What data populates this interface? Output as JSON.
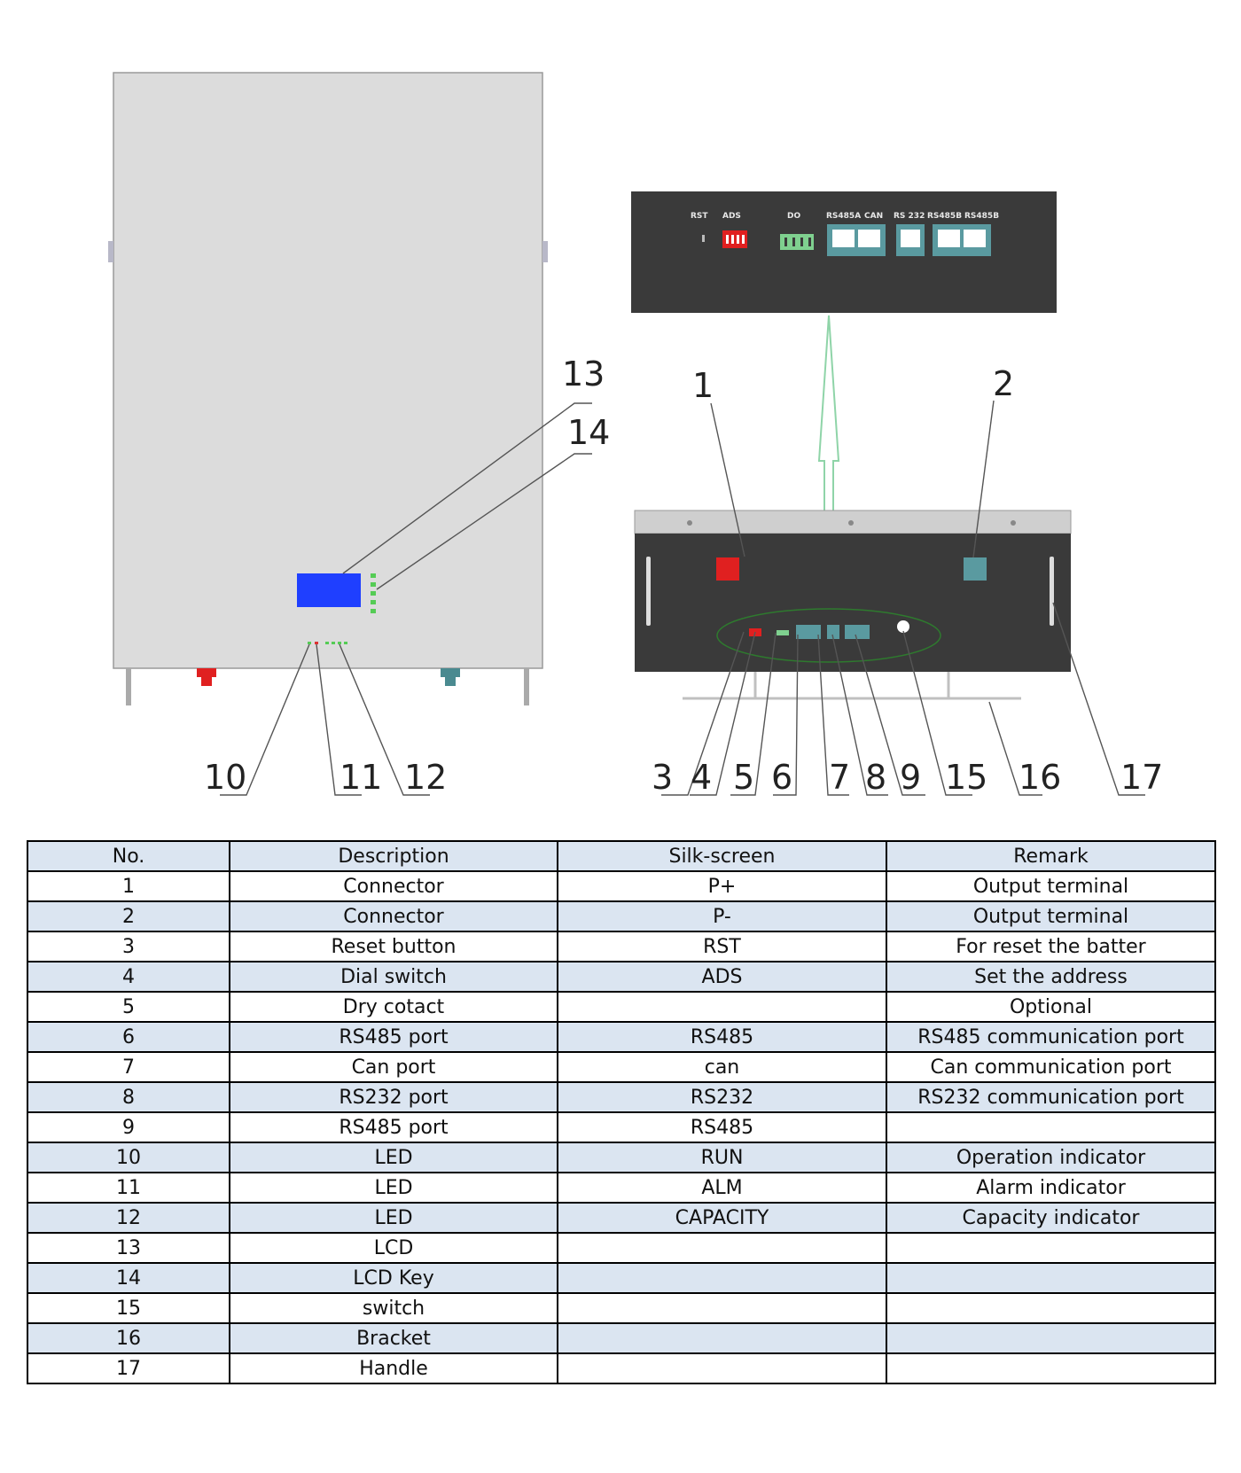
{
  "rear_panel": {
    "labels": [
      "RST",
      "ADS",
      "DO",
      "RS485A",
      "CAN",
      "RS 232",
      "RS485B",
      "RS485B"
    ]
  },
  "callouts": [
    "1",
    "2",
    "3",
    "4",
    "5",
    "6",
    "7",
    "8",
    "9",
    "10",
    "11",
    "12",
    "13",
    "14",
    "15",
    "16",
    "17"
  ],
  "table": {
    "headers": [
      "No.",
      "Description",
      "Silk-screen",
      "Remark"
    ],
    "rows": [
      {
        "no": "1",
        "description": "Connector",
        "silk": "P+",
        "remark": "Output terminal"
      },
      {
        "no": "2",
        "description": "Connector",
        "silk": "P-",
        "remark": "Output terminal"
      },
      {
        "no": "3",
        "description": "Reset button",
        "silk": "RST",
        "remark": "For reset the batter"
      },
      {
        "no": "4",
        "description": "Dial switch",
        "silk": "ADS",
        "remark": "Set the address"
      },
      {
        "no": "5",
        "description": "Dry cotact",
        "silk": "",
        "remark": "Optional"
      },
      {
        "no": "6",
        "description": "RS485 port",
        "silk": "RS485",
        "remark": "RS485 communication port"
      },
      {
        "no": "7",
        "description": "Can port",
        "silk": "can",
        "remark": "Can communication port"
      },
      {
        "no": "8",
        "description": "RS232 port",
        "silk": "RS232",
        "remark": "RS232 communication port"
      },
      {
        "no": "9",
        "description": "RS485 port",
        "silk": "RS485",
        "remark": ""
      },
      {
        "no": "10",
        "description": "LED",
        "silk": "RUN",
        "remark": "Operation indicator"
      },
      {
        "no": "11",
        "description": "LED",
        "silk": "ALM",
        "remark": "Alarm indicator"
      },
      {
        "no": "12",
        "description": "LED",
        "silk": "CAPACITY",
        "remark": "Capacity indicator"
      },
      {
        "no": "13",
        "description": "LCD",
        "silk": "",
        "remark": ""
      },
      {
        "no": "14",
        "description": "LCD Key",
        "silk": "",
        "remark": ""
      },
      {
        "no": "15",
        "description": "switch",
        "silk": "",
        "remark": ""
      },
      {
        "no": "16",
        "description": "Bracket",
        "silk": "",
        "remark": ""
      },
      {
        "no": "17",
        "description": "Handle",
        "silk": "",
        "remark": ""
      }
    ]
  },
  "colors": {
    "cabinet": "#dcdcdc",
    "panel": "#3a3a3a",
    "lcd": "#1f3fff",
    "positive_terminal": "#e02020",
    "negative_terminal": "#4a8a90",
    "port": "#5a9aa0",
    "arrow": "#8fd4a8",
    "table_header_fill": "#dbe5f1"
  }
}
